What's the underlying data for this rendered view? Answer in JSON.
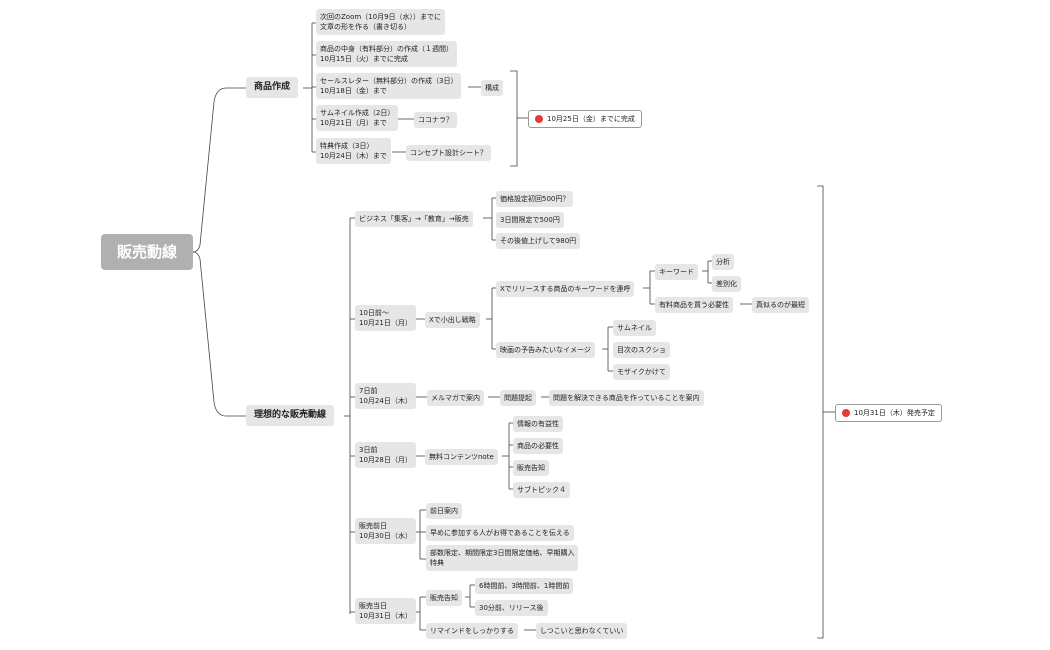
{
  "root": "販売動線",
  "branch1": {
    "title": "商品作成",
    "items": [
      {
        "l1": "次回のZoom（10月9日（水））までに",
        "l2": "文章の形を作る（書き切る）"
      },
      {
        "l1": "商品の中身（有料部分）の作成（１週間）",
        "l2": "10月15日（火）までに完成"
      },
      {
        "l1": "セールスレター（無料部分）の作成（3日）",
        "l2": "10月18日（金）まで"
      },
      {
        "l1": "サムネイル作成（2日）",
        "l2": "10月21日（月）まで"
      },
      {
        "l1": "特典作成（3日）",
        "l2": "10月24日（木）まで"
      }
    ],
    "kousei": "構成",
    "coconala": "ココナラ？",
    "concept": "コンセプト設計シート？",
    "summary": "10月25日（金）までに完成"
  },
  "branch2": {
    "title": "理想的な販売動線",
    "summary": "10月31日（木）発売予定",
    "biz": {
      "label": "ビジネス「集客」→「教育」→販売",
      "children": [
        "価格設定初回500円？",
        "3日間限定で500円",
        "その後値上げして980円"
      ]
    },
    "d10": {
      "l1": "10日前〜",
      "l2": "10月21日（月）",
      "strategy": "Xで小出し戦略",
      "x_release": "Xでリリースする商品のキーワードを連呼",
      "keyword": "キーワード",
      "analysis": "分析",
      "diff": "差別化",
      "need": "有料商品を買う必要性",
      "mimic": "真似るのが最短",
      "trailer": "映画の予告みたいなイメージ",
      "trailer_children": [
        "サムネイル",
        "目次のスクショ",
        "モザイクかけて"
      ]
    },
    "d7": {
      "l1": "7日前",
      "l2": "10月24日（木）",
      "mailmag": "メルマガで案内",
      "problem": "問題提起",
      "solution": "問題を解決できる商品を作っていることを案内"
    },
    "d3": {
      "l1": "3日前",
      "l2": "10月28日（月）",
      "note": "無料コンテンツnote",
      "children": [
        "情報の有益性",
        "商品の必要性",
        "販売告知",
        "サブトピック４"
      ]
    },
    "d1": {
      "l1": "販売前日",
      "l2": "10月30日（水）",
      "children": [
        {
          "l1": "前日案内"
        },
        {
          "l1": "早めに参加する人がお得であることを伝える"
        },
        {
          "l1": "部数限定、期間限定3日間限定価格、早期購入",
          "l2": "特典"
        }
      ]
    },
    "d0": {
      "l1": "販売当日",
      "l2": "10月31日（木）",
      "announce": "販売告知",
      "announce_children": [
        "6時間前、3時間前、1時間前",
        "30分前、リリース後"
      ],
      "remind": "リマインドをしっかりする",
      "remind_child": "しつこいと思わなくていい"
    }
  }
}
